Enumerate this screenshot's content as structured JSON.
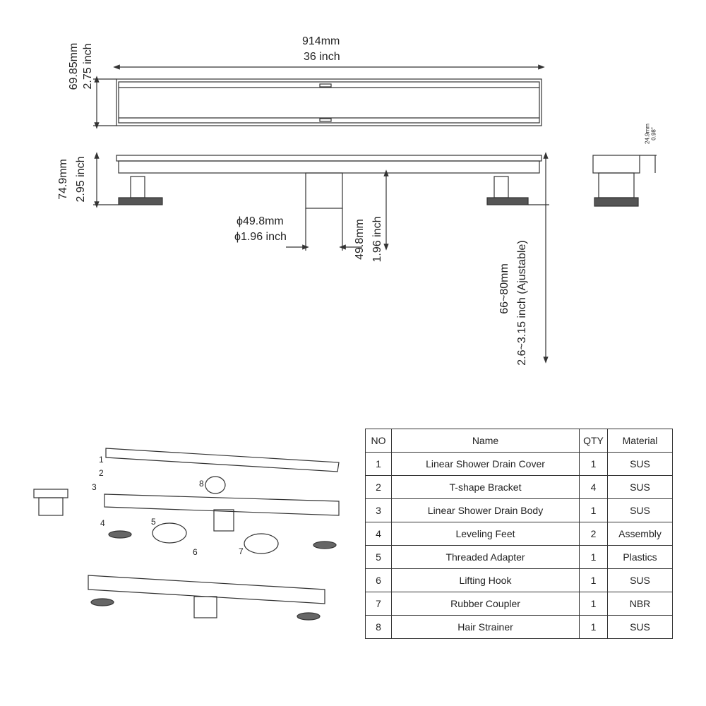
{
  "dimensions": {
    "length_mm": "914mm",
    "length_in": "36 inch",
    "width_mm": "69.85mm",
    "width_in": "2.75 inch",
    "height_mm": "74.9mm",
    "height_in": "2.95 inch",
    "pipe_dia_mm": "ϕ49.8mm",
    "pipe_dia_in": "ϕ1.96 inch",
    "pipe_len_mm": "49.8mm",
    "pipe_len_in": "1.96 inch",
    "adjust_mm": "66~80mm",
    "adjust_in": "2.6~3.15 inch (Ajustable)",
    "side_mm": "24.9mm",
    "side_in": "0.98\""
  },
  "callouts": [
    "1",
    "2",
    "3",
    "4",
    "5",
    "6",
    "7",
    "8"
  ],
  "table": {
    "headers": [
      "NO",
      "Name",
      "QTY",
      "Material"
    ],
    "rows": [
      [
        "1",
        "Linear Shower Drain Cover",
        "1",
        "SUS"
      ],
      [
        "2",
        "T-shape Bracket",
        "4",
        "SUS"
      ],
      [
        "3",
        "Linear Shower Drain Body",
        "1",
        "SUS"
      ],
      [
        "4",
        "Leveling Feet",
        "2",
        "Assembly"
      ],
      [
        "5",
        "Threaded Adapter",
        "1",
        "Plastics"
      ],
      [
        "6",
        "Lifting Hook",
        "1",
        "SUS"
      ],
      [
        "7",
        "Rubber Coupler",
        "1",
        "NBR"
      ],
      [
        "8",
        "Hair Strainer",
        "1",
        "SUS"
      ]
    ]
  }
}
